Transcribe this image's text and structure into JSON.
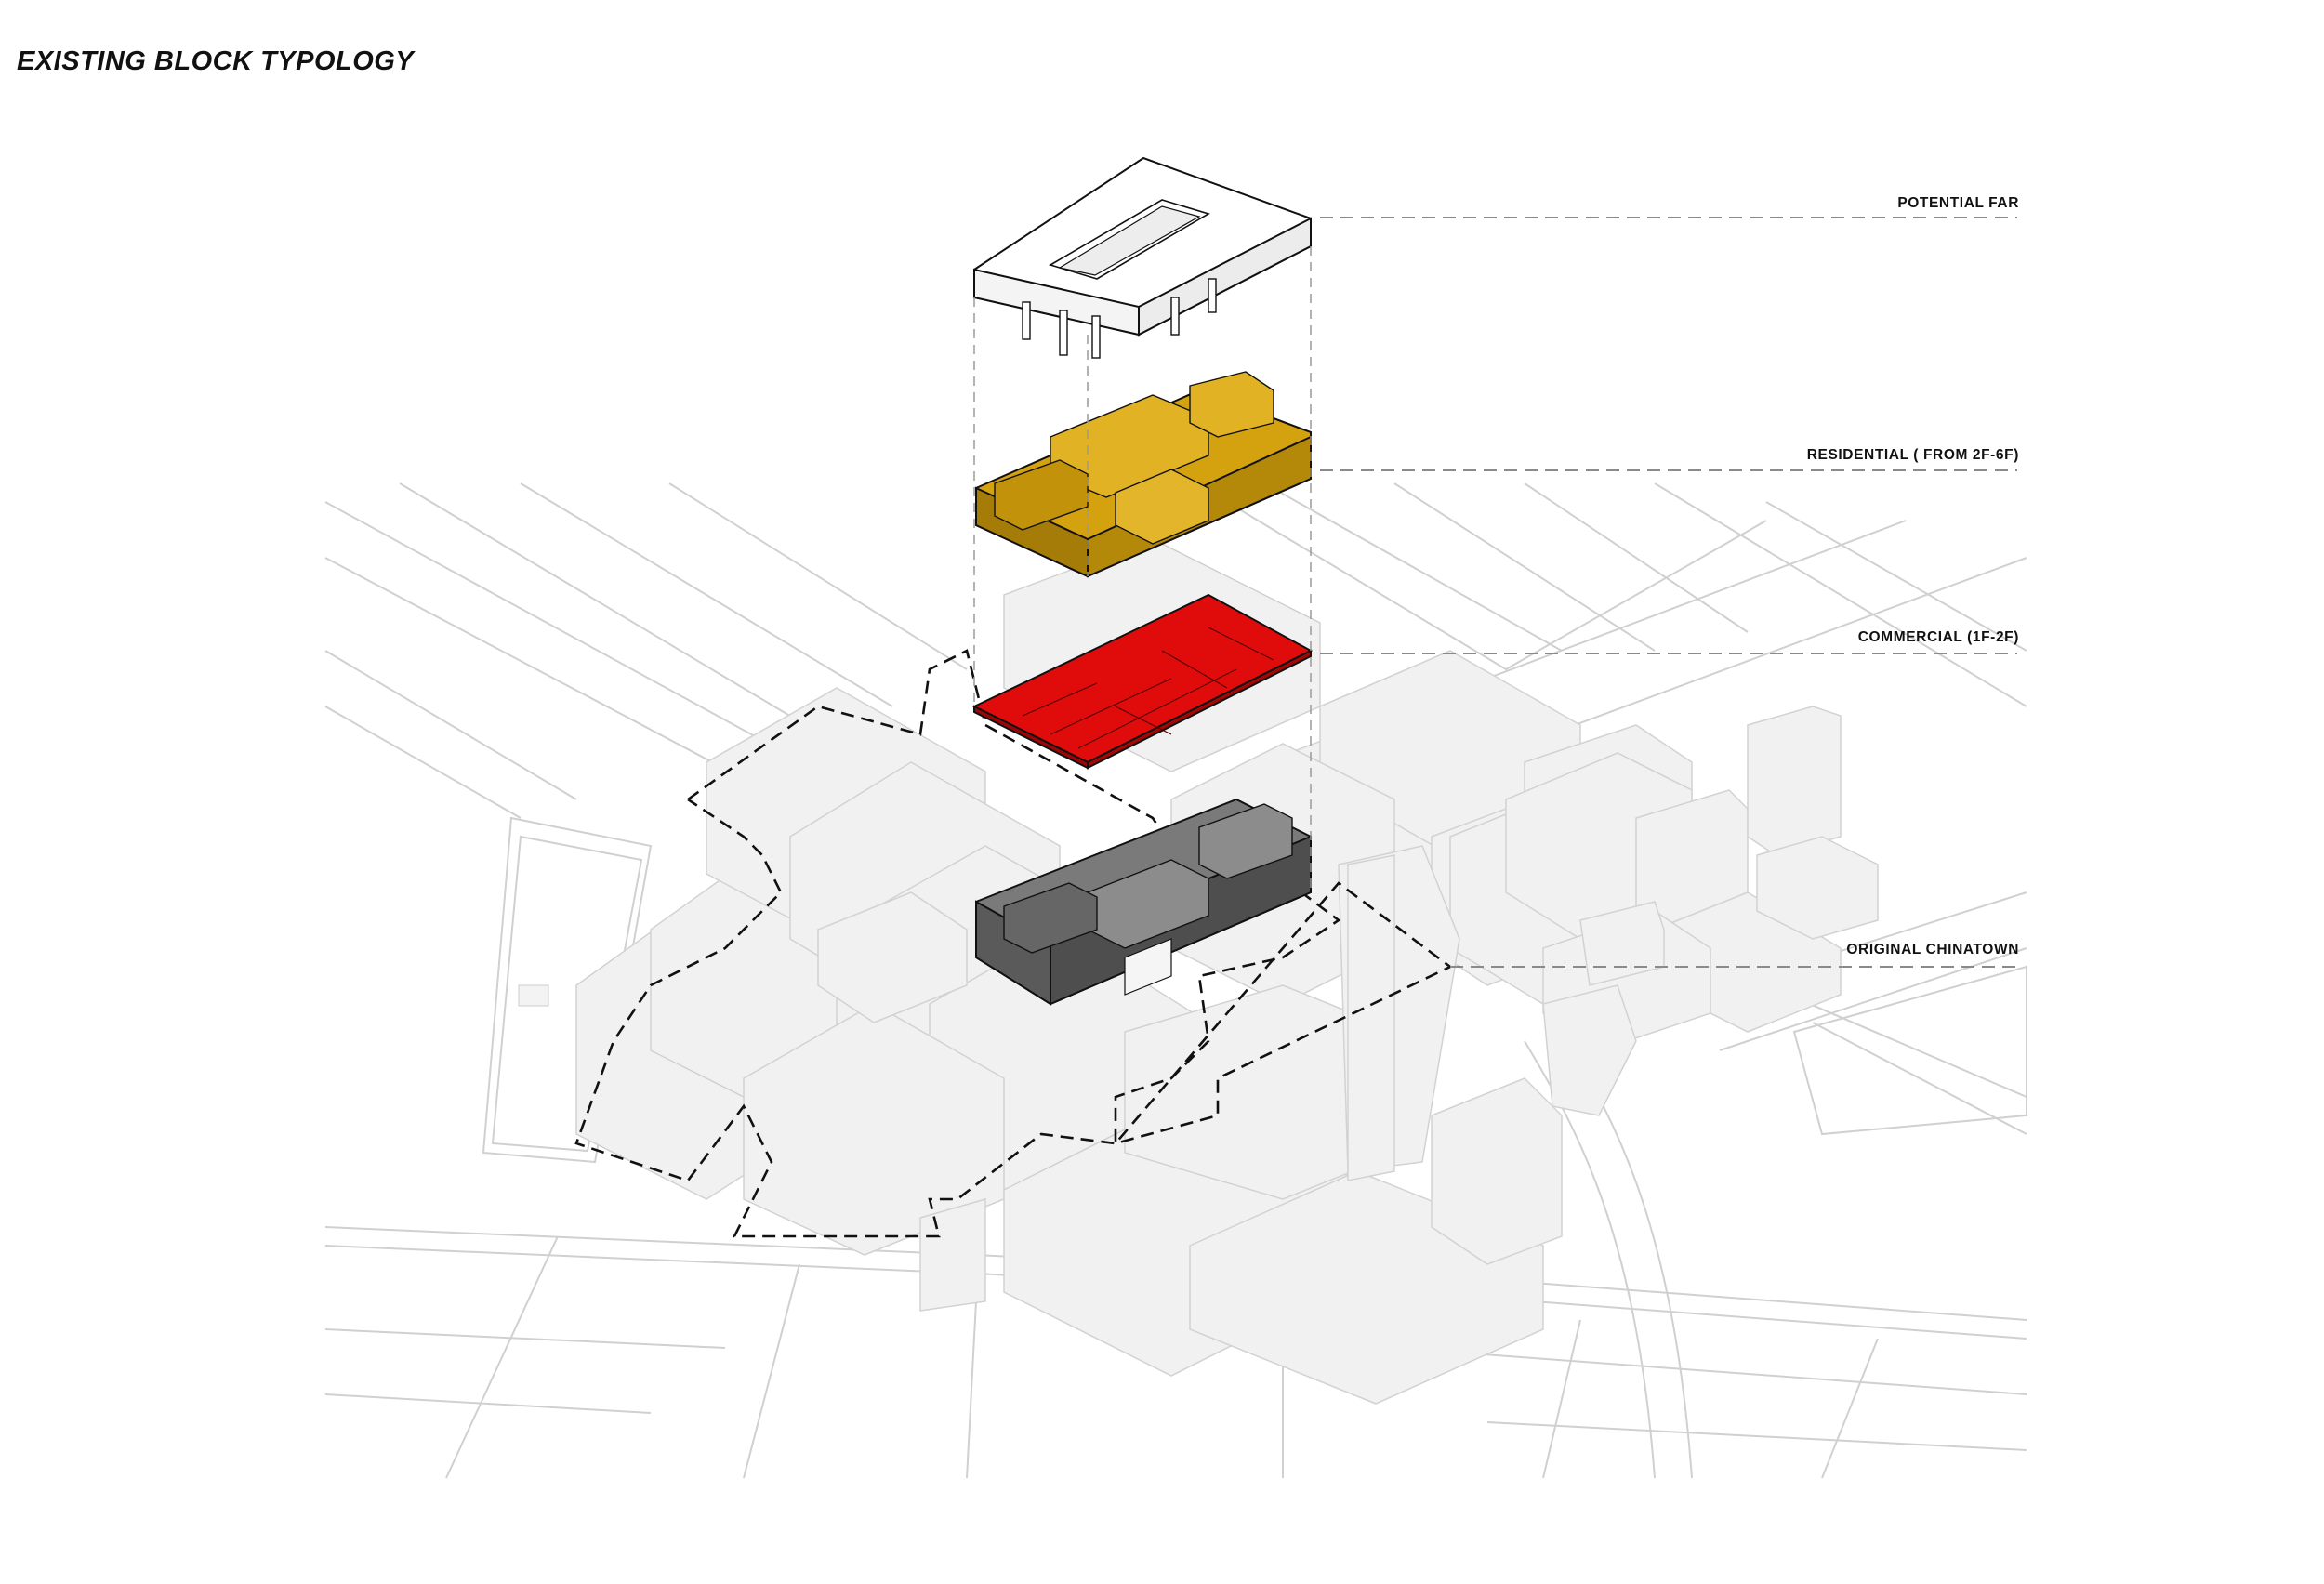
{
  "title": "EXISTING BLOCK TYPOLOGY",
  "layers": [
    {
      "id": "far",
      "label": "POTENTIAL FAR",
      "color": "#ffffff"
    },
    {
      "id": "residential",
      "label": "RESIDENTIAL ( FROM 2F-6F)",
      "color": "#d4a10f"
    },
    {
      "id": "commercial",
      "label": "COMMERCIAL (1F-2F)",
      "color": "#e00c0c"
    },
    {
      "id": "original",
      "label": "ORIGINAL CHINATOWN",
      "color": "#6e6e6e"
    }
  ],
  "colors": {
    "context_fill": "#f2f2f2",
    "context_stroke": "#c9c9c9",
    "street_line": "#cfcfcf",
    "outline": "#111111",
    "leader": "#8a8a8a"
  }
}
